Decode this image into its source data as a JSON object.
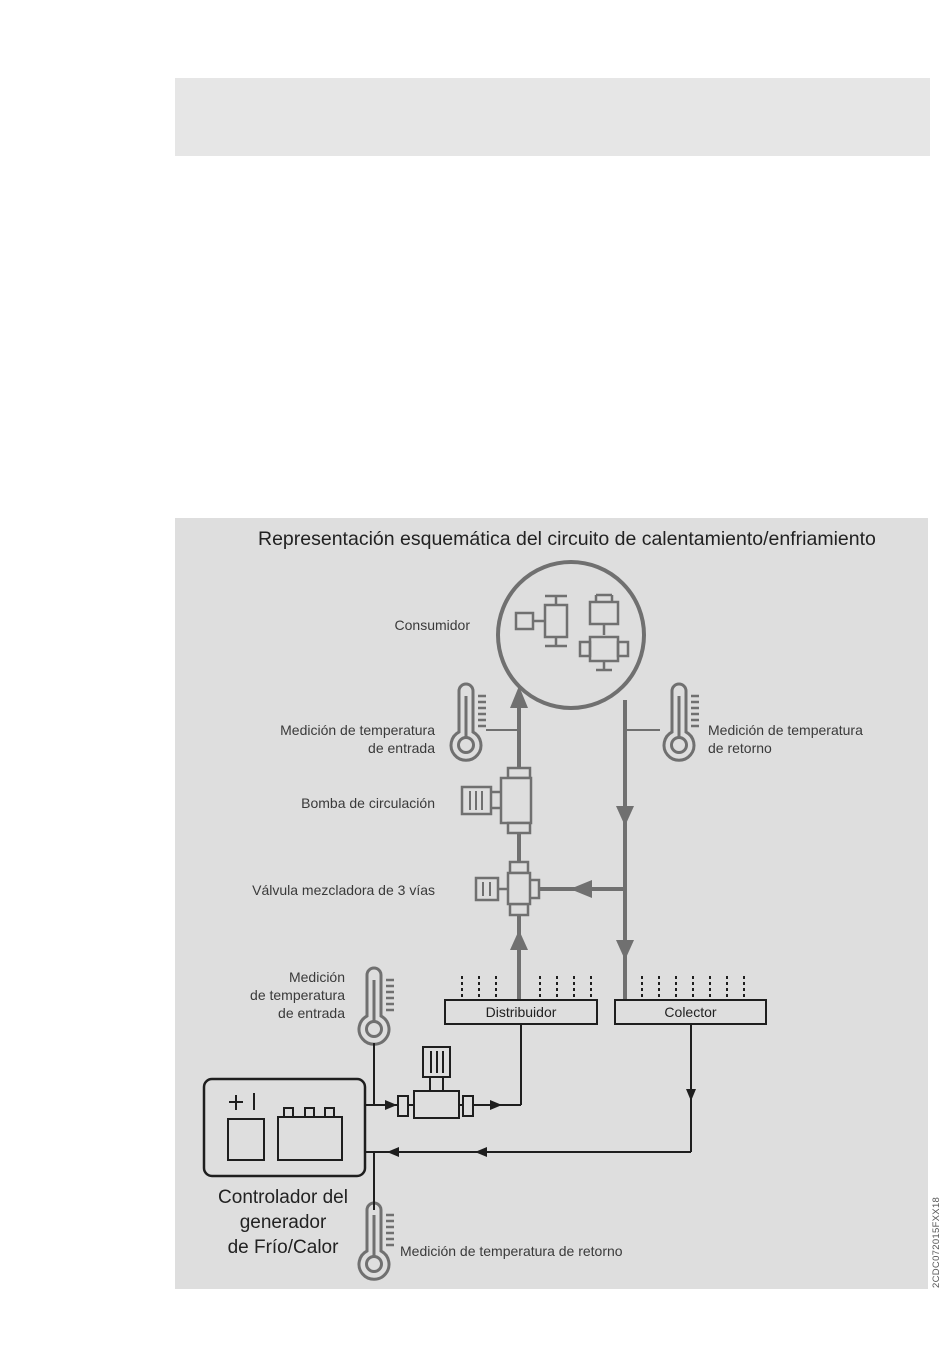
{
  "diagram": {
    "title": "Representación esquemática del circuito de calentamiento/enfriamiento",
    "labels": {
      "consumer": "Consumidor",
      "inlet_temp_top": [
        "Medición de temperatura",
        "de entrada"
      ],
      "return_temp_top": [
        "Medición de temperatura",
        "de retorno"
      ],
      "circulation_pump": "Bomba de circulación",
      "mixing_valve": "Válvula mezcladora de 3 vías",
      "inlet_temp_bottom": [
        "Medición",
        "de temperatura",
        "de entrada"
      ],
      "distributor": "Distribuidor",
      "collector": "Colector",
      "controller": [
        "Controlador del",
        "generador",
        "de Frío/Calor"
      ],
      "return_temp_bottom": "Medición de temperatura de retorno"
    },
    "document_code": "2CDC072015FXX18"
  },
  "colors": {
    "panel": "#dedede",
    "top_band": "#e6e6e6",
    "pipe": "#707070",
    "line": "#1e1e1e"
  }
}
